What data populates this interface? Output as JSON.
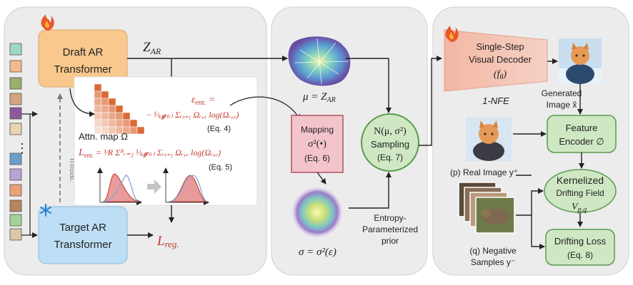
{
  "panels": {
    "left": {
      "draft_box": "Draft AR\nTransformer",
      "target_box": "Target AR\nTransformer",
      "z_ar": "Z",
      "z_ar_sub": "AR",
      "attn_map_label": "Attn. map Ω",
      "initial_label": "Initial.",
      "ellipsis": "⋮",
      "eps_lhs": "ε",
      "eps_sub": "ent.",
      "eps_eq": " =",
      "eps_rhs": "− ¹⁄ₗₒ𝓰₍ᵣ₎ Σᵣ꜀₌₁ Ωᵣ,꜀ log(Ωᵣ,꜀)",
      "eq4": "(Eq. 4)",
      "l_ent": "L",
      "l_ent_sub": "ent.",
      "l_ent_rhs": " = ¹⁄R Σᴿᵣ₌₂ ¹⁄ₗₒ𝓰₍ᵣ₎ Σᵣ꜀₌₁ Ωᵣ,꜀ log(Ωᵣ,꜀)",
      "eq5": "(Eq. 5)",
      "l_reg": "L",
      "l_reg_sub": "reg."
    },
    "middle": {
      "mu_eq": "μ = Z",
      "mu_sub": "AR",
      "mapping_line1": "Mapping",
      "mapping_line2": "σ²(•)",
      "mapping_line3": "(Eq. 6)",
      "sampling_line1": "N(μ, σ²)",
      "sampling_line2": "Sampling",
      "sampling_line3": "(Eq. 7)",
      "prior_line1": "Entropy-",
      "prior_line2": "Parameterized",
      "prior_line3": "prior",
      "sigma_eq": "σ = σ²(ε)"
    },
    "right": {
      "decoder_line1": "Single-Step",
      "decoder_line2": "Visual Decoder",
      "decoder_line3": "(f",
      "decoder_sub": "θ",
      "decoder_close": ")",
      "nfe": "1-NFE",
      "generated_line1": "Generated",
      "generated_line2": "Image x̂",
      "feature_line1": "Feature",
      "feature_line2": "Encoder ∅",
      "real_image": "(p) Real Image y⁺",
      "kernel_line1": "Kernelized",
      "kernel_line2": "Drifting Field",
      "kernel_line3": "V",
      "kernel_sub": "p,q",
      "loss_line1": "Drifting Loss",
      "loss_line2": "(Eq. 8)",
      "neg_line1": "(q) Negative",
      "neg_line2": "Samples y⁻"
    }
  },
  "colors": {
    "panel_bg": "#ececec",
    "panel_border": "#cfcfcf",
    "draft_fill": "#f8c88d",
    "target_fill": "#bcdff5",
    "mapping_fill": "#f3c4cc",
    "mapping_border": "#b1515e",
    "green_fill": "#cfe8c3",
    "green_border": "#5a9a4f",
    "decoder_fill": "#f4c1b1",
    "formula_red": "#c0392b",
    "token_colors": [
      "#9fd7c9",
      "#f3b98f",
      "#99b06b",
      "#d3a47f",
      "#8b5a9b",
      "#e8d3b3",
      "#6d9ec9",
      "#b9a4d4",
      "#e8a277",
      "#b8835a",
      "#a3d398",
      "#dcc7a8"
    ]
  },
  "icons": [
    "fire-icon",
    "snowflake-icon",
    "cat-image",
    "negative-samples-image",
    "mu-distribution-image",
    "sigma-distribution-image"
  ]
}
